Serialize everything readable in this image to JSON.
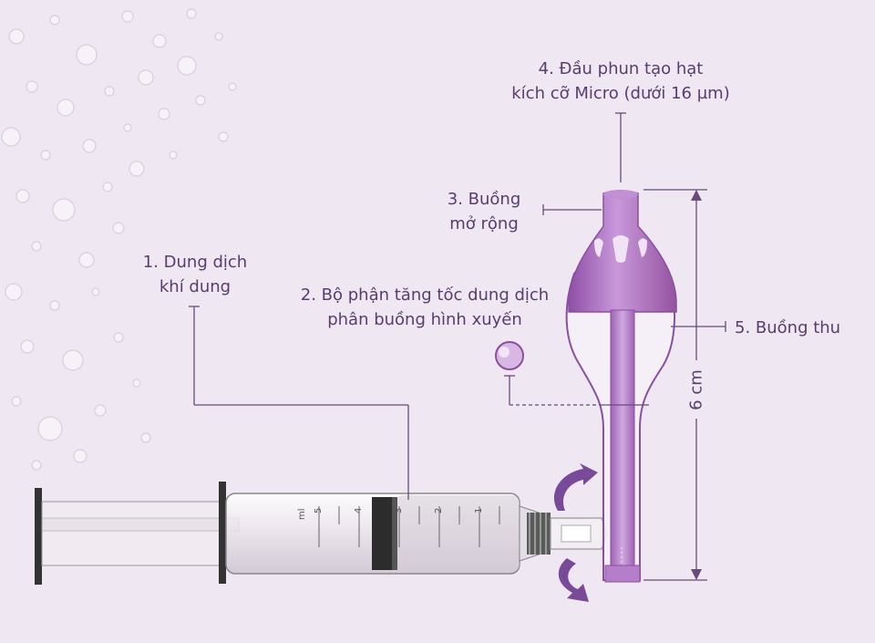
{
  "labels": {
    "solution": [
      "1. Dung dịch",
      "khí dung"
    ],
    "accelerator": [
      "2. Bộ phận tăng tốc dung dịch",
      "phân buồng hình xuyến"
    ],
    "expansion": [
      "3. Buồng",
      "mở rộng"
    ],
    "nozzle": [
      "4. Đầu phun tạo hạt",
      "kích cỡ Micro (dưới 16 µm)"
    ],
    "collection": "5. Buồng thu"
  },
  "dimension": "6 cm",
  "syringe_scale": {
    "unit": "ml",
    "marks": [
      "5",
      "4",
      "3",
      "2",
      "1"
    ]
  },
  "colors": {
    "background": "#efe7f1",
    "text": "#5a3c6e",
    "leader_line": "#6b4a7e",
    "device_purple": "#a570b8",
    "device_dark": "#8a4fa2",
    "arrow_purple": "#7a4a9a"
  },
  "icons": [
    "water-drops-background",
    "rotation-arrows-icon"
  ]
}
